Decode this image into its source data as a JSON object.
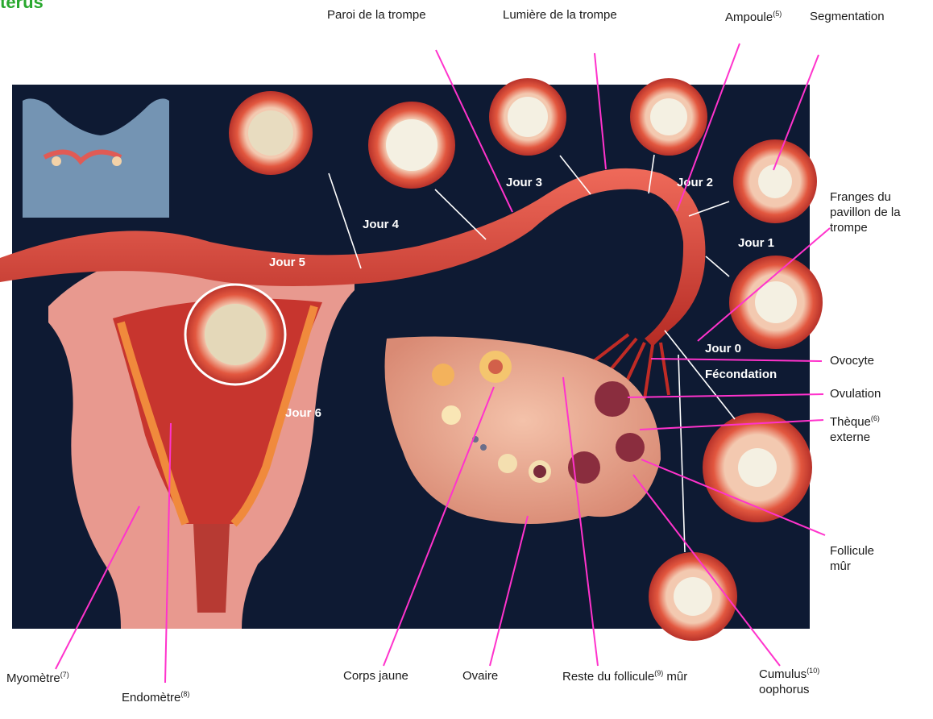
{
  "title": "térus",
  "labels": {
    "paroi": "Paroi de la trompe",
    "lumiere": "Lumière de la trompe",
    "ampoule": "Ampoule",
    "ampoule_sup": "(5)",
    "segmentation": "Segmentation",
    "franges_1": "Franges du",
    "franges_2": "pavillon de la",
    "franges_3": "trompe",
    "ovocyte": "Ovocyte",
    "ovulation": "Ovulation",
    "theque_1": "Thèque",
    "theque_sup": "(6)",
    "theque_2": "externe",
    "follicule_1": "Follicule",
    "follicule_2": "mûr",
    "myometre": "Myomètre",
    "myometre_sup": "(7)",
    "endometre": "Endomètre",
    "endometre_sup": "(8)",
    "corps_jaune": "Corps jaune",
    "ovaire": "Ovaire",
    "reste_a": "Reste du follicule",
    "reste_sup": "(9)",
    "reste_b": " mûr",
    "cumulus_1": "Cumulus",
    "cumulus_sup": "(10)",
    "cumulus_2": "oophorus"
  },
  "days": {
    "j0": "Jour 0",
    "fecondation": "Fécondation",
    "j1": "Jour 1",
    "j2": "Jour 2",
    "j3": "Jour 3",
    "j4": "Jour 4",
    "j5": "Jour 5",
    "j6": "Jour 6"
  },
  "colors": {
    "background": "#0e1a33",
    "pointer": "#ff33cc",
    "tissue": "#d9534f",
    "muscle": "#e8998f"
  }
}
